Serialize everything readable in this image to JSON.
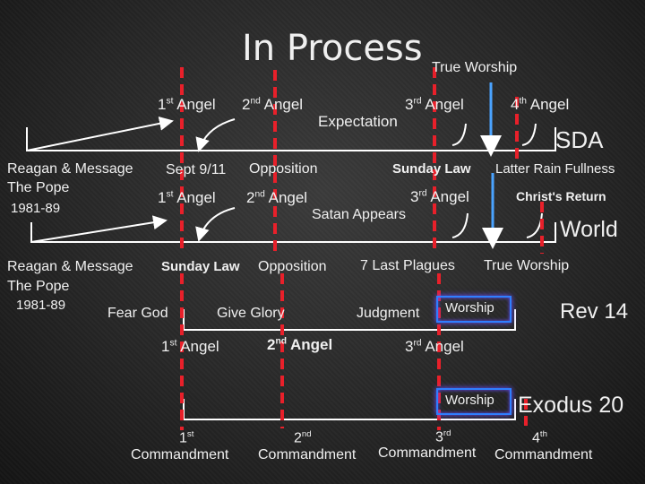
{
  "title": "In Process",
  "row1": {
    "true_worship": "True Worship",
    "angel1_num": "1",
    "angel1_sup": "st",
    "angel1_word": "Angel",
    "angel2_num": "2",
    "angel2_sup": "nd",
    "angel2_word": "Angel",
    "expectation": "Expectation",
    "angel3_num": "3",
    "angel3_sup": "rd",
    "angel3_word": "Angel",
    "angel4_num": "4",
    "angel4_sup": "th",
    "angel4_word": "Angel",
    "sda": "SDA"
  },
  "row2": {
    "reagan": "Reagan & Message",
    "pope": "The Pope",
    "years": "1981-89",
    "sept911": "Sept 9/11",
    "opposition": "Opposition",
    "sunday_law": "Sunday Law",
    "latter_rain": "Latter Rain Fullness",
    "angel1_num": "1",
    "angel1_sup": "st",
    "angel1_word": "Angel",
    "angel2_num": "2",
    "angel2_sup": "nd",
    "angel2_word": "Angel",
    "angel3_num": "3",
    "angel3_sup": "rd",
    "angel3_word": "Angel",
    "christs_return": "Christ's Return",
    "satan_appears": "Satan Appears",
    "world": "World"
  },
  "row3": {
    "reagan": "Reagan & Message",
    "pope": "The Pope",
    "years": "1981-89",
    "sunday_law": "Sunday Law",
    "opposition": "Opposition",
    "seven_plagues": "7 Last Plagues",
    "true_worship": "True Worship",
    "fear_god": "Fear God",
    "give_glory": "Give Glory",
    "judgment": "Judgment",
    "worship": "Worship",
    "rev14": "Rev 14",
    "angel1_num": "1",
    "angel1_sup": "st",
    "angel1_word": "Angel",
    "angel2_num": "2",
    "angel2_sup": "nd",
    "angel2_word": "Angel",
    "angel3_num": "3",
    "angel3_sup": "rd",
    "angel3_word": "Angel"
  },
  "row4": {
    "worship": "Worship",
    "exodus20": "Exodus 20",
    "c1_num": "1",
    "c1_sup": "st",
    "c2_num": "2",
    "c2_sup": "nd",
    "c3_num": "3",
    "c3_sup": "rd",
    "c4_num": "4",
    "c4_sup": "th",
    "commandment": "Commandment"
  },
  "colors": {
    "background": "#2a2a2a",
    "text": "#f0f0f0",
    "red_dash": "#e8202a",
    "blue_line": "#4aa3ff",
    "worship_box": "#2f7fff",
    "line": "#ffffff"
  }
}
